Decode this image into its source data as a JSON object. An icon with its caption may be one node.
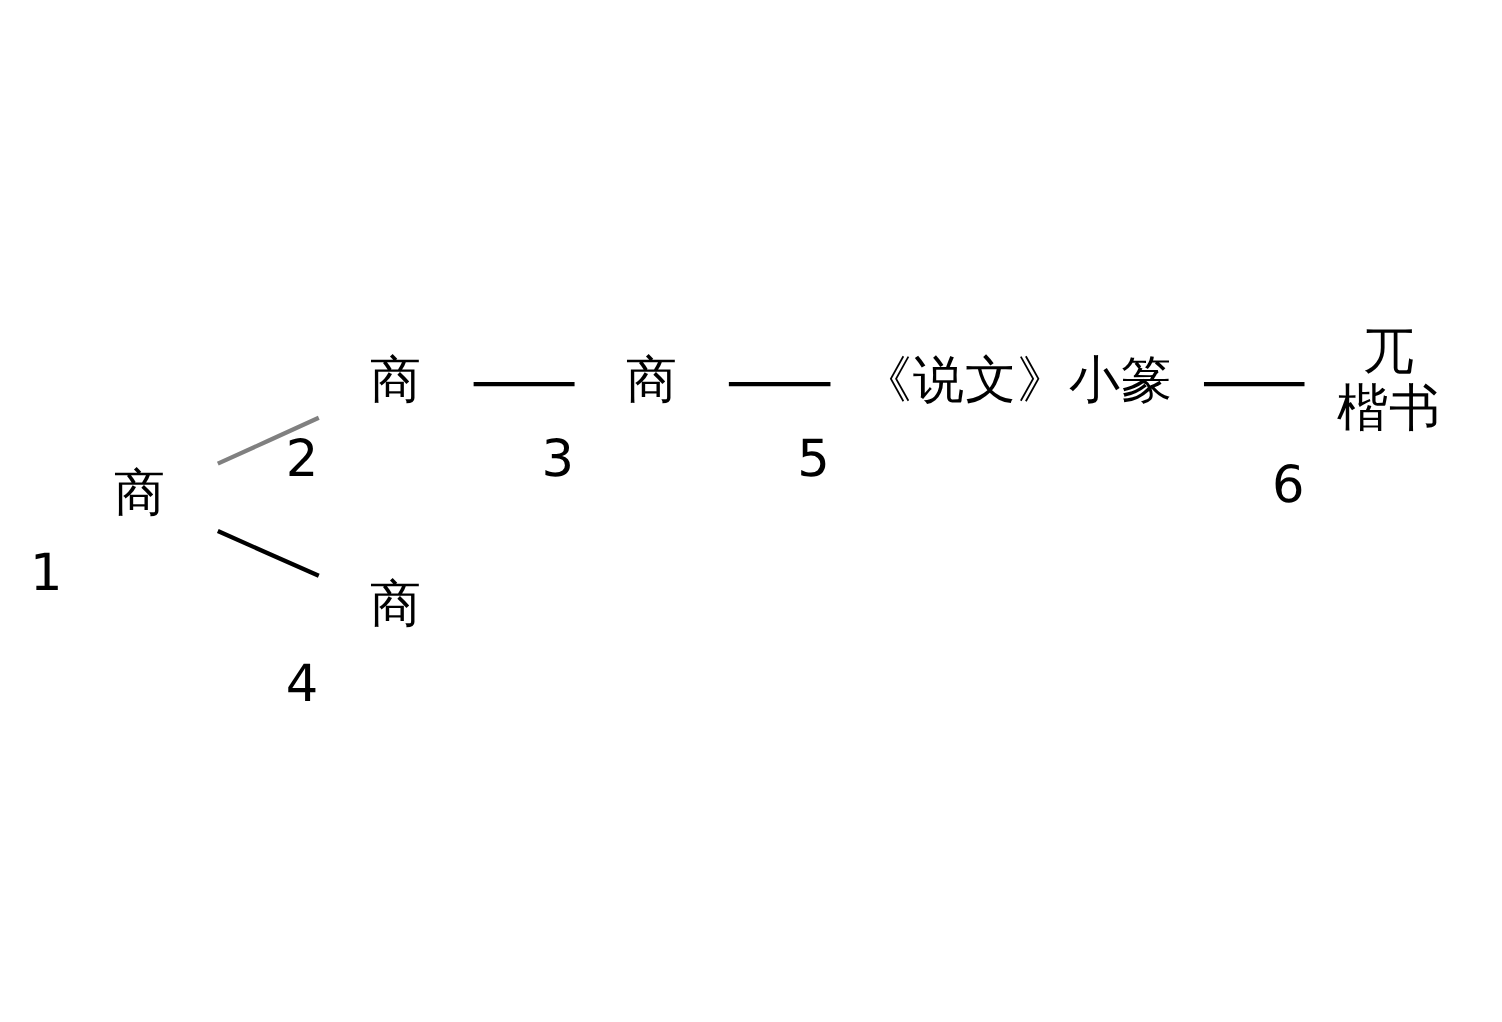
{
  "diagram": {
    "nodes": [
      {
        "text": [
          "商"
        ],
        "beside": [
          "1"
        ]
      },
      {
        "text": [
          "商"
        ],
        "beside": [
          "2"
        ]
      },
      {
        "text": [
          "商"
        ],
        "beside": [
          "3"
        ]
      },
      {
        "text": [
          "商"
        ],
        "beside": [
          "4"
        ]
      },
      {
        "text": [
          "《说文》小篆"
        ],
        "beside": [
          "5"
        ]
      },
      {
        "text": [
          "兀",
          "楷书"
        ],
        "beside": [
          "6"
        ]
      }
    ],
    "edges": [
      {
        "from": 0,
        "to": 1,
        "arrow": "none",
        "color": "#808080"
      },
      {
        "from": 1,
        "to": 2,
        "arrow": "none"
      },
      {
        "from": 2,
        "to": 4,
        "arrow": "none"
      },
      {
        "from": 4,
        "to": 5,
        "arrow": "none"
      },
      {
        "from": 0,
        "to": 3,
        "arrow": "none"
      }
    ]
  }
}
